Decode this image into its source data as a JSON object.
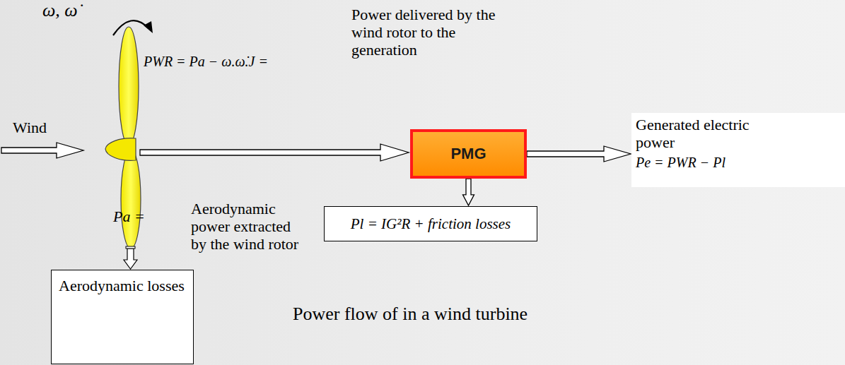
{
  "diagram": {
    "caption": "Power flow of in a wind turbine",
    "nodes": [
      {
        "text": [
          "PMG"
        ]
      },
      {
        "text": [
          "Generated electric power",
          "Pe = PWR − Pl"
        ]
      },
      {
        "text": [
          "Pl = IG²R + friction losses"
        ]
      },
      {
        "text": [
          "Aerodynamic losses"
        ]
      }
    ],
    "edges": [
      {
        "from": 0,
        "to": 1,
        "arrow": "to"
      },
      {
        "from": 0,
        "to": 2,
        "arrow": "to"
      }
    ],
    "labels": [
      "ω, ω̇",
      "PWR = Pa − ω.ω̇.J =",
      "Power delivered by the wind rotor to the generation",
      "Wind",
      "Pa =",
      "Aerodynamic power extracted by the wind rotor"
    ]
  }
}
